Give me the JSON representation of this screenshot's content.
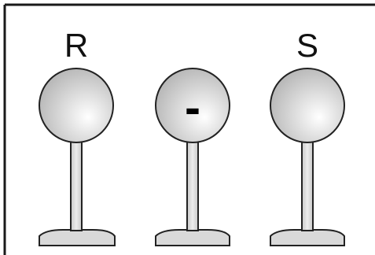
{
  "figure": {
    "spheres": [
      {
        "id": "left",
        "label": "R",
        "mark": ""
      },
      {
        "id": "middle",
        "label": "",
        "mark": "-"
      },
      {
        "id": "right",
        "label": "S",
        "mark": ""
      }
    ],
    "colors": {
      "frame": "#1a1a1a",
      "sphere_highlight": "#ffffff",
      "sphere_shadow": "#b8b8b8",
      "stand_fill": "#d9d9d9",
      "outline": "#222222"
    }
  }
}
